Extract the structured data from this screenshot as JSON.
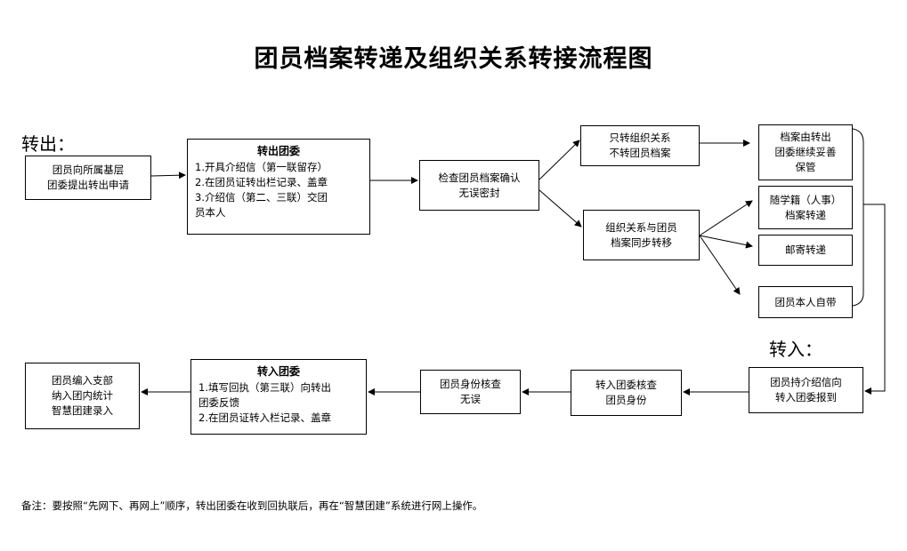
{
  "title": "团员档案转递及组织关系转接流程图",
  "sections": {
    "out": "转出：",
    "in": "转入："
  },
  "boxes": {
    "apply": {
      "lines": [
        "团员向所属基层",
        "团委提出转出申请"
      ]
    },
    "out_committee": {
      "title": "转出团委",
      "lines": [
        "1.开具介绍信（第一联留存）",
        "2.在团员证转出栏记录、盖章",
        "3.介绍信（第二、三联）交团",
        "员本人"
      ]
    },
    "check": {
      "lines": [
        "检查团员档案确认",
        "无误密封"
      ]
    },
    "only_relation": {
      "lines": [
        "只转组织关系",
        "不转团员档案"
      ]
    },
    "sync": {
      "lines": [
        "组织关系与团员",
        "档案同步转移"
      ]
    },
    "keep": {
      "lines": [
        "档案由转出",
        "团委继续妥善",
        "保管"
      ]
    },
    "with_school": {
      "lines": [
        "随学籍（人事）",
        "档案转递"
      ]
    },
    "mail": {
      "lines": [
        "邮寄转递"
      ]
    },
    "self_carry": {
      "lines": [
        "团员本人自带"
      ]
    },
    "report": {
      "lines": [
        "团员持介绍信向",
        "转入团委报到"
      ]
    },
    "verify": {
      "lines": [
        "转入团委核查",
        "团员身份"
      ]
    },
    "identity_ok": {
      "lines": [
        "团员身份核查",
        "无误"
      ]
    },
    "in_committee": {
      "title": "转入团委",
      "lines": [
        "1.填写回执（第三联）向转出",
        "团委反馈",
        "2.在团员证转入栏记录、盖章"
      ]
    },
    "enroll": {
      "lines": [
        "团员编入支部",
        "纳入团内统计",
        "智慧团建录入"
      ]
    }
  },
  "note": "备注：要按照“先网下、再网上”顺序，转出团委在收到回执联后，再在“智慧团建”系统进行网上操作。"
}
